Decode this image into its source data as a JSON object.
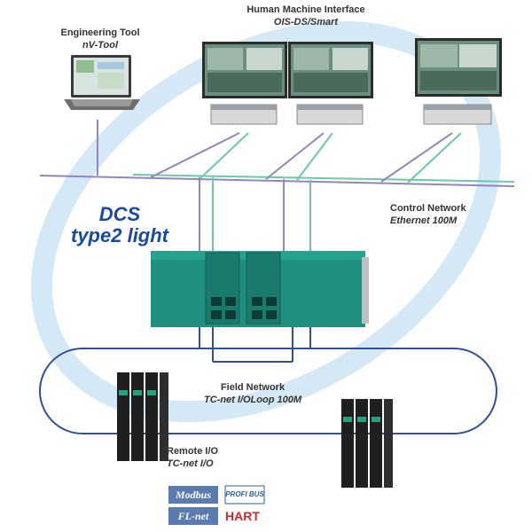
{
  "hmi": {
    "title": "Human Machine Interface",
    "subtitle": "OIS-DS/Smart"
  },
  "engineering_tool": {
    "title": "Engineering Tool",
    "subtitle": "nV-Tool"
  },
  "control_network": {
    "title": "Control Network",
    "subtitle": "Ethernet 100M"
  },
  "dcs": {
    "line1": "DCS",
    "line2": "type2 light"
  },
  "field_network": {
    "title": "Field Network",
    "subtitle": "TC-net I/OLoop 100M"
  },
  "remote_io": {
    "title": "Remote I/O",
    "subtitle": "TC-net I/O"
  },
  "protocols": {
    "modbus": "Modbus",
    "profibus": "PROFI BUS",
    "flnet": "FL-net",
    "hart": "HART"
  },
  "colors": {
    "ring": "#cfe6f6",
    "purple_line": "#8f86c2",
    "green_line": "#6cc9a6",
    "blue_line": "#2f4f99",
    "controller": "#1f8f7f"
  }
}
